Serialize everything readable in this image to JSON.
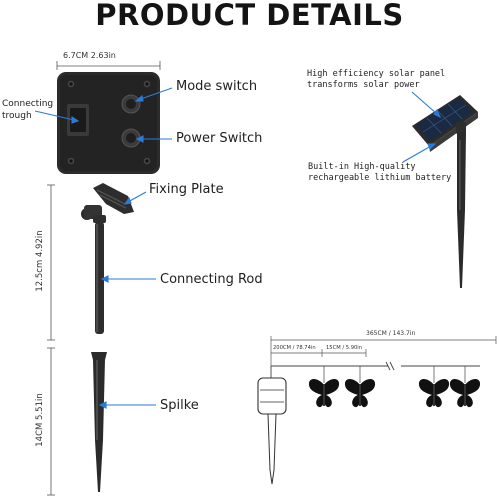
{
  "title": "PRODUCT DETAILS",
  "box_dimension": "6.7CM 2.63in",
  "labels": {
    "mode_switch": "Mode switch",
    "power_switch": "Power Switch",
    "connecting_trough_line1": "Connecting",
    "connecting_trough_line2": "trough",
    "fixing_plate": "Fixing Plate",
    "connecting_rod": "Connecting Rod",
    "spike": "Spilke"
  },
  "rod_dimension": "12.5cm 4.92in",
  "spike_dimension": "14CM 5.51in",
  "solar_panel_text": {
    "line1": "High efficiency solar panel",
    "line2": "transforms solar power"
  },
  "battery_text": {
    "line1": "Built-in High-quality",
    "line2": "rechargeable lithium battery"
  },
  "string_dimensions": {
    "total": "365CM / 143.7in",
    "lead": "200CM / 78.74in",
    "spacing": "15CM / 5.90in"
  },
  "colors": {
    "accent_arrow": "#2b7bd6",
    "dark_part": "#2a2a2a"
  }
}
